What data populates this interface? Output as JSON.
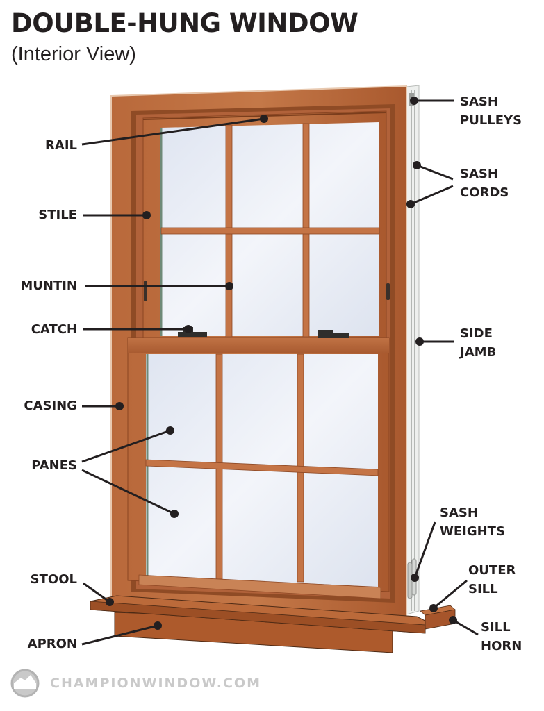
{
  "header": {
    "title": "DOUBLE-HUNG WINDOW",
    "subtitle": "(Interior View)"
  },
  "labels": {
    "left": [
      {
        "id": "rail",
        "text": "RAIL"
      },
      {
        "id": "stile",
        "text": "STILE"
      },
      {
        "id": "muntin",
        "text": "MUNTIN"
      },
      {
        "id": "catch",
        "text": "CATCH"
      },
      {
        "id": "casing",
        "text": "CASING"
      },
      {
        "id": "panes",
        "text": "PANES"
      },
      {
        "id": "stool",
        "text": "STOOL"
      },
      {
        "id": "apron",
        "text": "APRON"
      }
    ],
    "right": [
      {
        "id": "sash-pulleys",
        "line1": "SASH",
        "line2": "PULLEYS"
      },
      {
        "id": "sash-cords",
        "line1": "SASH",
        "line2": "CORDS"
      },
      {
        "id": "side-jamb",
        "line1": "SIDE",
        "line2": "JAMB"
      },
      {
        "id": "sash-weights",
        "line1": "SASH",
        "line2": "WEIGHTS"
      },
      {
        "id": "outer-sill",
        "line1": "OUTER",
        "line2": "SILL"
      },
      {
        "id": "sill-horn",
        "line1": "SILL",
        "line2": "HORN"
      }
    ]
  },
  "footer": {
    "brand": "CHAMPIONWINDOW.COM",
    "logo_icon": "house-in-circle-icon"
  },
  "colors": {
    "wood": "#b8673a",
    "wood_dark": "#8e4a25",
    "wood_light": "#d08a5c",
    "glass": "#e4e9f3",
    "jamb": "#eef0ee",
    "text": "#231f20",
    "footer_gray": "#c9c9c9"
  }
}
